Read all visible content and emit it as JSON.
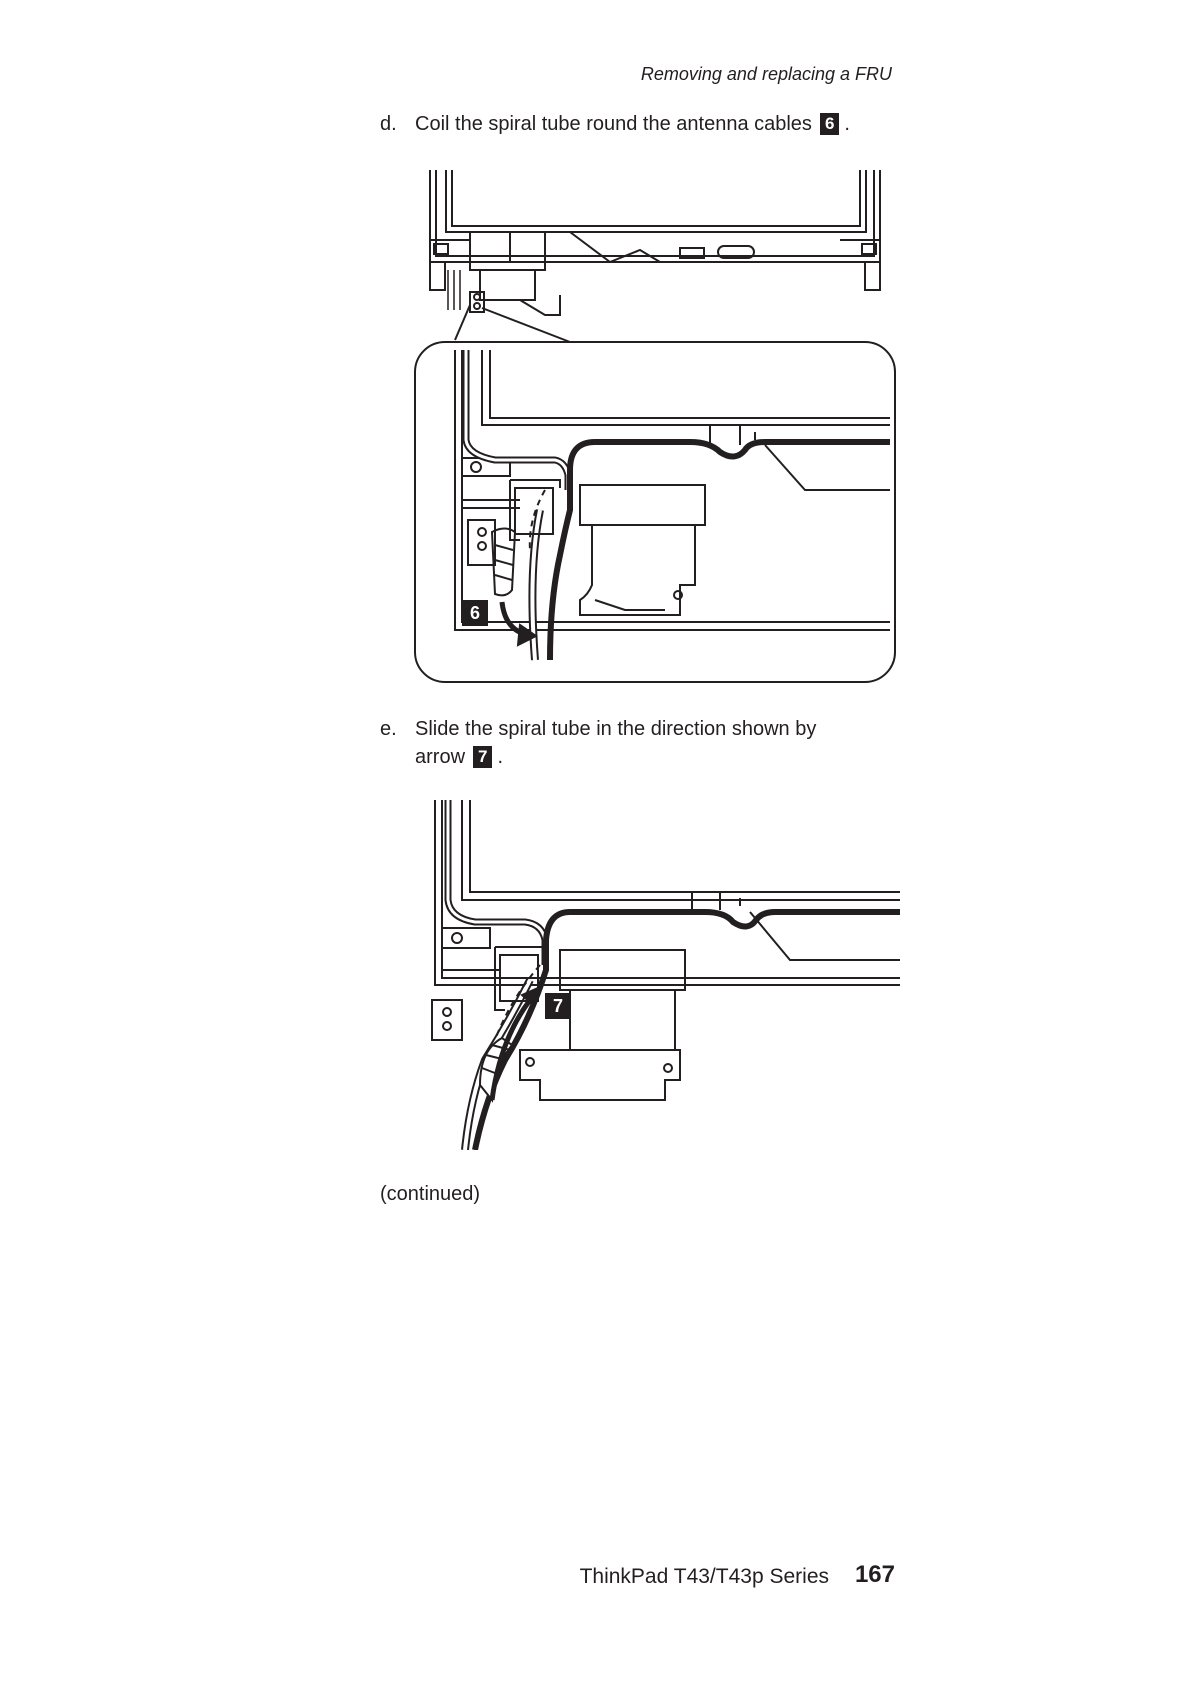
{
  "header": {
    "running_title": "Removing and replacing a FRU"
  },
  "steps": [
    {
      "letter": "d.",
      "text": "Coil the spiral tube round the antenna cables",
      "callout": "6",
      "end": "."
    },
    {
      "letter": "e.",
      "line1": "Slide the spiral tube in the direction shown by",
      "line2": "arrow",
      "callout": "7",
      "end": "."
    }
  ],
  "figures": [
    {
      "callout": "6"
    },
    {
      "callout": "7"
    }
  ],
  "continued": "(continued)",
  "footer": {
    "title": "ThinkPad T43/T43p Series",
    "page": "167"
  }
}
